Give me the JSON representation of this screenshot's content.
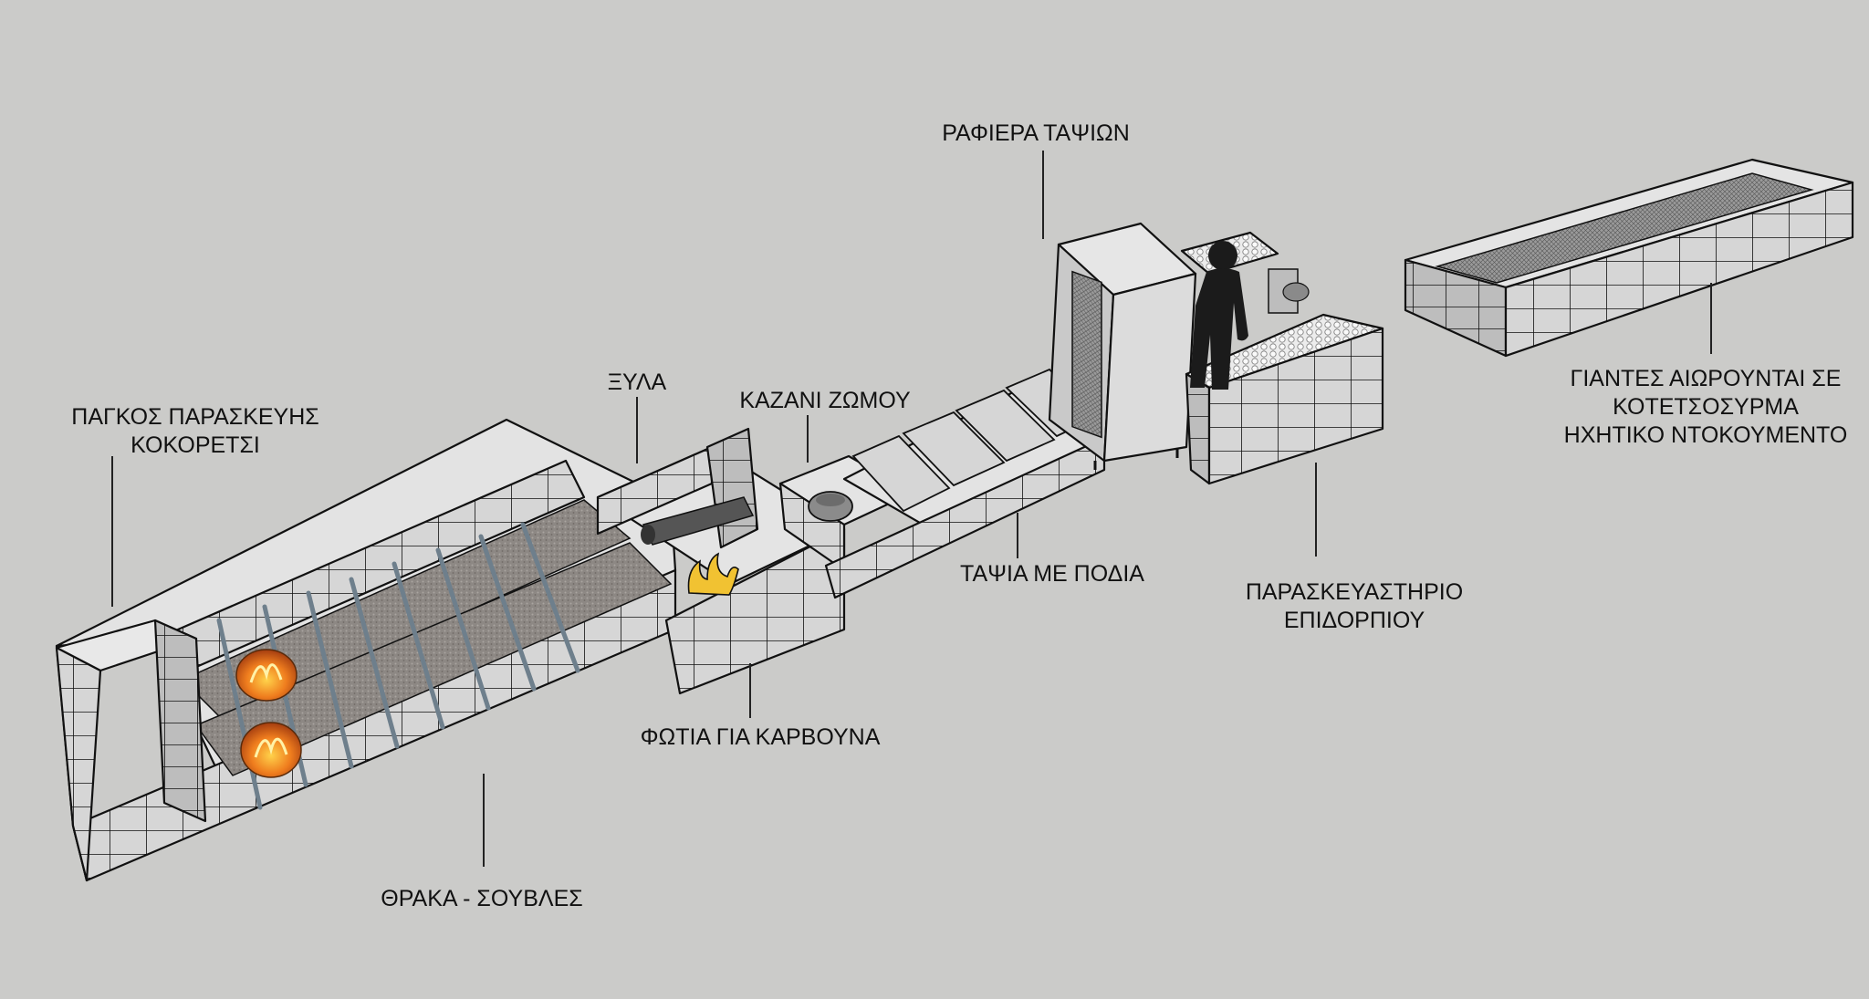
{
  "labels": {
    "racks": "ΡΑΦΙΕΡΑ ΤΑΨΙΩΝ",
    "wood": "ΞΥΛΑ",
    "cauldron": "ΚΑΖΑΝΙ ΖΩΜΟΥ",
    "prep_counter": [
      "ΠΑΓΚΟΣ ΠΑΡΑΣΚΕΥΗΣ",
      "ΚΟΚΟΡΕΤΣΙ"
    ],
    "trays": "ΤΑΨΙΑ ΜΕ ΠΟΔΙΑ",
    "dessert": [
      "ΠΑΡΑΣΚΕΥΑΣΤΗΡΙΟ",
      "ΕΠΙΔΟΡΠΙΟΥ"
    ],
    "fire": "ΦΩΤΙΑ ΓΙΑ ΚΑΡΒΟΥΝΑ",
    "embers": "ΘΡΑΚΑ - ΣΟΥΒΛΕΣ",
    "ducks": [
      "ΓΙΑΝΤΕΣ ΑΙΩΡΟΥΝΤΑΙ ΣΕ",
      "ΚΟΤΕΤΣΟΣΥΡΜΑ",
      "ΗΧΗΤΙΚΟ ΝΤΟΚΟΥΜΕΝΤΟ"
    ]
  },
  "colors": {
    "background": "#cbcbc9",
    "block_top": "#e6e6e6",
    "block_front": "#cfcfcf",
    "block_side": "#b4b4b4",
    "ember_bed": "#8f8a86",
    "fire": "#e8751c",
    "steel": "#d9d9d9",
    "figure": "#1b1b1b"
  },
  "icons": {
    "flame": "flame-icon",
    "person": "person-silhouette"
  }
}
